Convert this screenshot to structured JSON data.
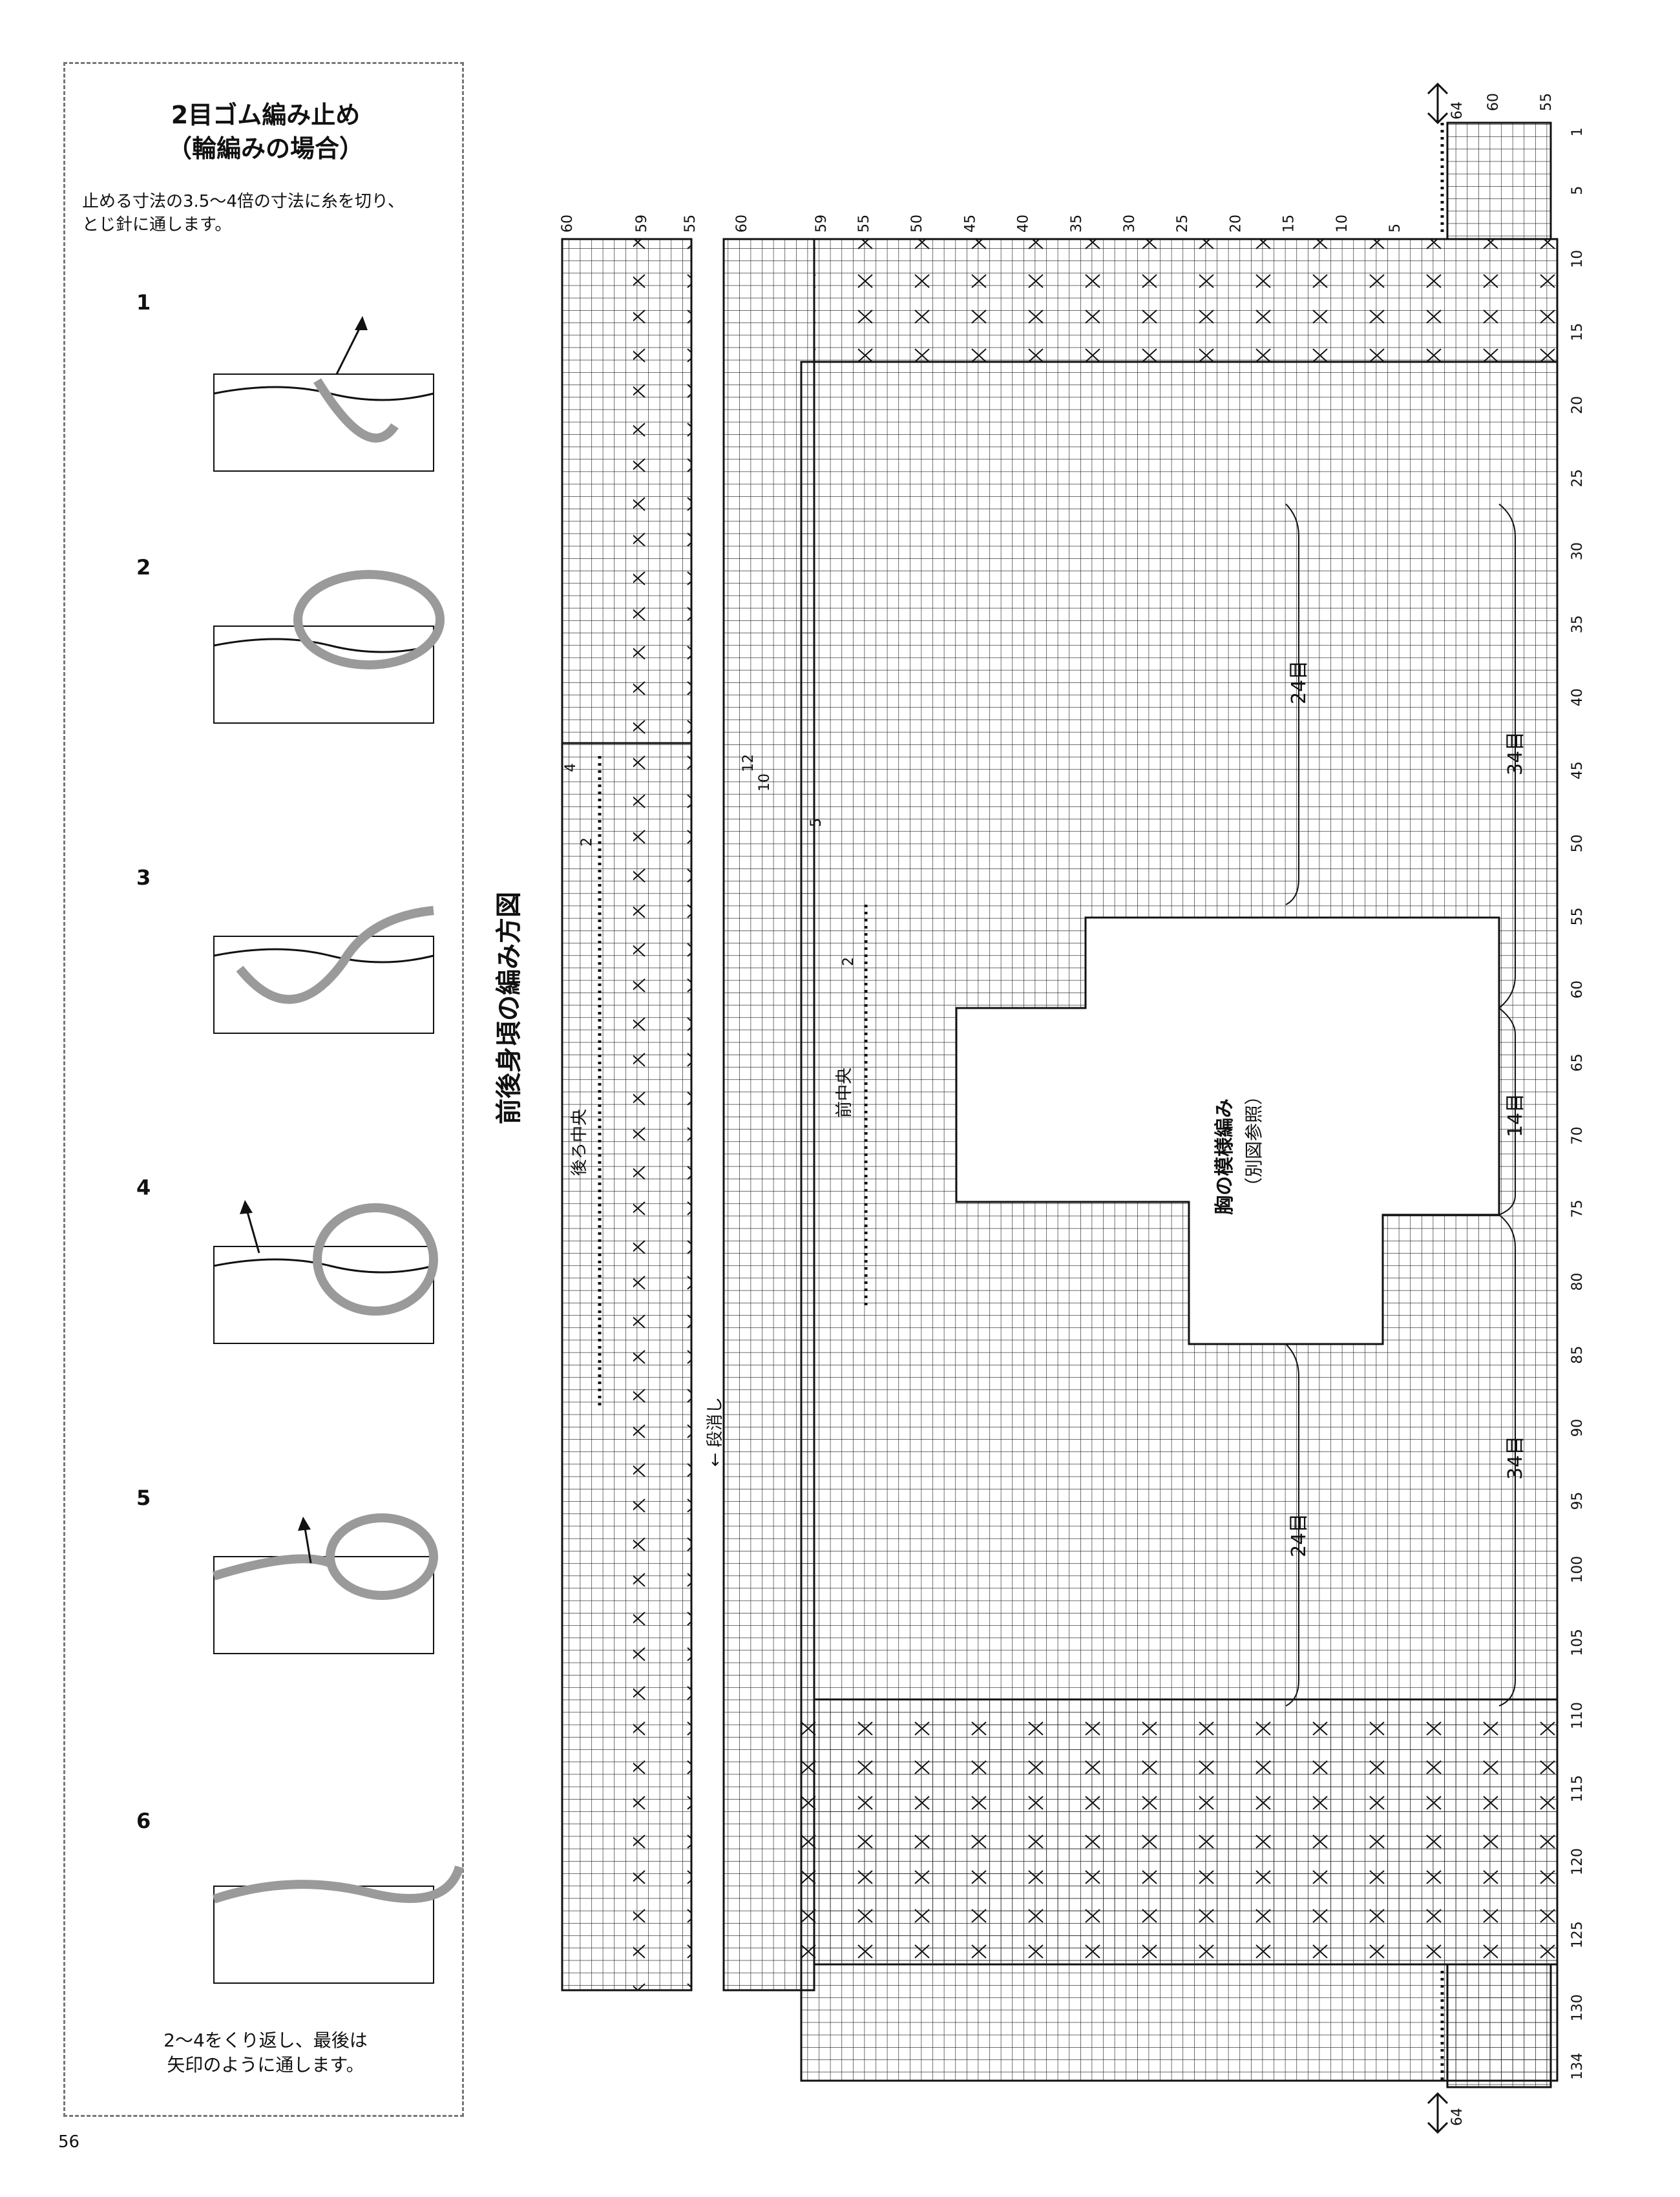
{
  "page_number": "56",
  "sidebar": {
    "title_line1": "2目ゴム編み止め",
    "title_line2": "（輪編みの場合）",
    "intro_line1": "止める寸法の3.5〜4倍の寸法に糸を切り、",
    "intro_line2": "とじ針に通します。",
    "steps": [
      "1",
      "2",
      "3",
      "4",
      "5",
      "6"
    ],
    "end_note_line1": "2〜4をくり返し、最後は",
    "end_note_line2": "矢印のように通します。"
  },
  "chart": {
    "title": "前後身頃の編み方図",
    "back_center_label": "後ろ中央",
    "front_center_label": "前中央",
    "row_cancel_label": "← 段消し",
    "chest_pattern_label1": "胸の模様編み",
    "chest_pattern_label2": "（別図参照）",
    "dim_24_label": "24目",
    "dim_34_label": "34目",
    "dim_14_label": "14目",
    "row_numbers": [
      "1",
      "5",
      "10",
      "15",
      "20",
      "25",
      "30",
      "35",
      "40",
      "45",
      "50",
      "55",
      "60",
      "65",
      "70",
      "75",
      "80",
      "85",
      "90",
      "95",
      "100",
      "105",
      "110",
      "115",
      "120",
      "125",
      "130",
      "134"
    ],
    "stitch_numbers_front": [
      "59",
      "55",
      "50",
      "45",
      "40",
      "35",
      "30",
      "25",
      "20",
      "15",
      "10",
      "5"
    ],
    "stitch_64_top": "64",
    "stitch_60_top": "60",
    "stitch_55_top": "55",
    "stitch_64_bottom": "64",
    "back_stitch_labels": [
      "60",
      "59",
      "55"
    ],
    "front_left_stitch_labels": [
      "60"
    ],
    "side_counts_back": [
      "4",
      "2"
    ],
    "side_counts_front": [
      "12",
      "10",
      "5",
      "2"
    ]
  },
  "colors": {
    "line": "#111111",
    "yarn": "#9a9a9a"
  }
}
